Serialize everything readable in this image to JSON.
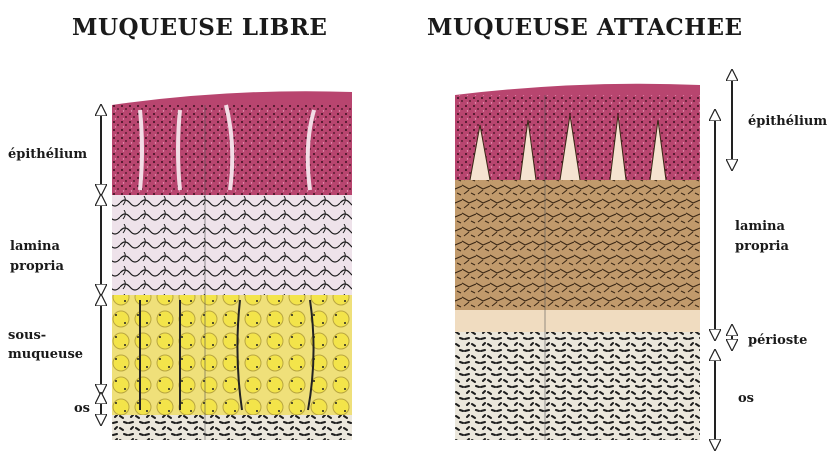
{
  "diagram": {
    "left": {
      "title": "MUQUEUSE LIBRE",
      "labels": {
        "epithelium": "épithélium",
        "lamina_line1": "lamina",
        "lamina_line2": "propria",
        "sous_line1": "sous-",
        "sous_line2": "muqueuse",
        "os": "os"
      }
    },
    "right": {
      "title": "MUQUEUSE ATTACHEE",
      "labels": {
        "epithelium": "épithélium",
        "lamina_line1": "lamina",
        "lamina_line2": "propria",
        "perioste": "périoste",
        "os": "os"
      }
    }
  },
  "colors": {
    "epithelium": "#b8456f",
    "lamina_left": "#ece0e8",
    "submucosa": "#eedc6a",
    "lamina_right": "#b98a5a",
    "perioste": "#f0dcc0",
    "bone": "#ebe7dc"
  }
}
